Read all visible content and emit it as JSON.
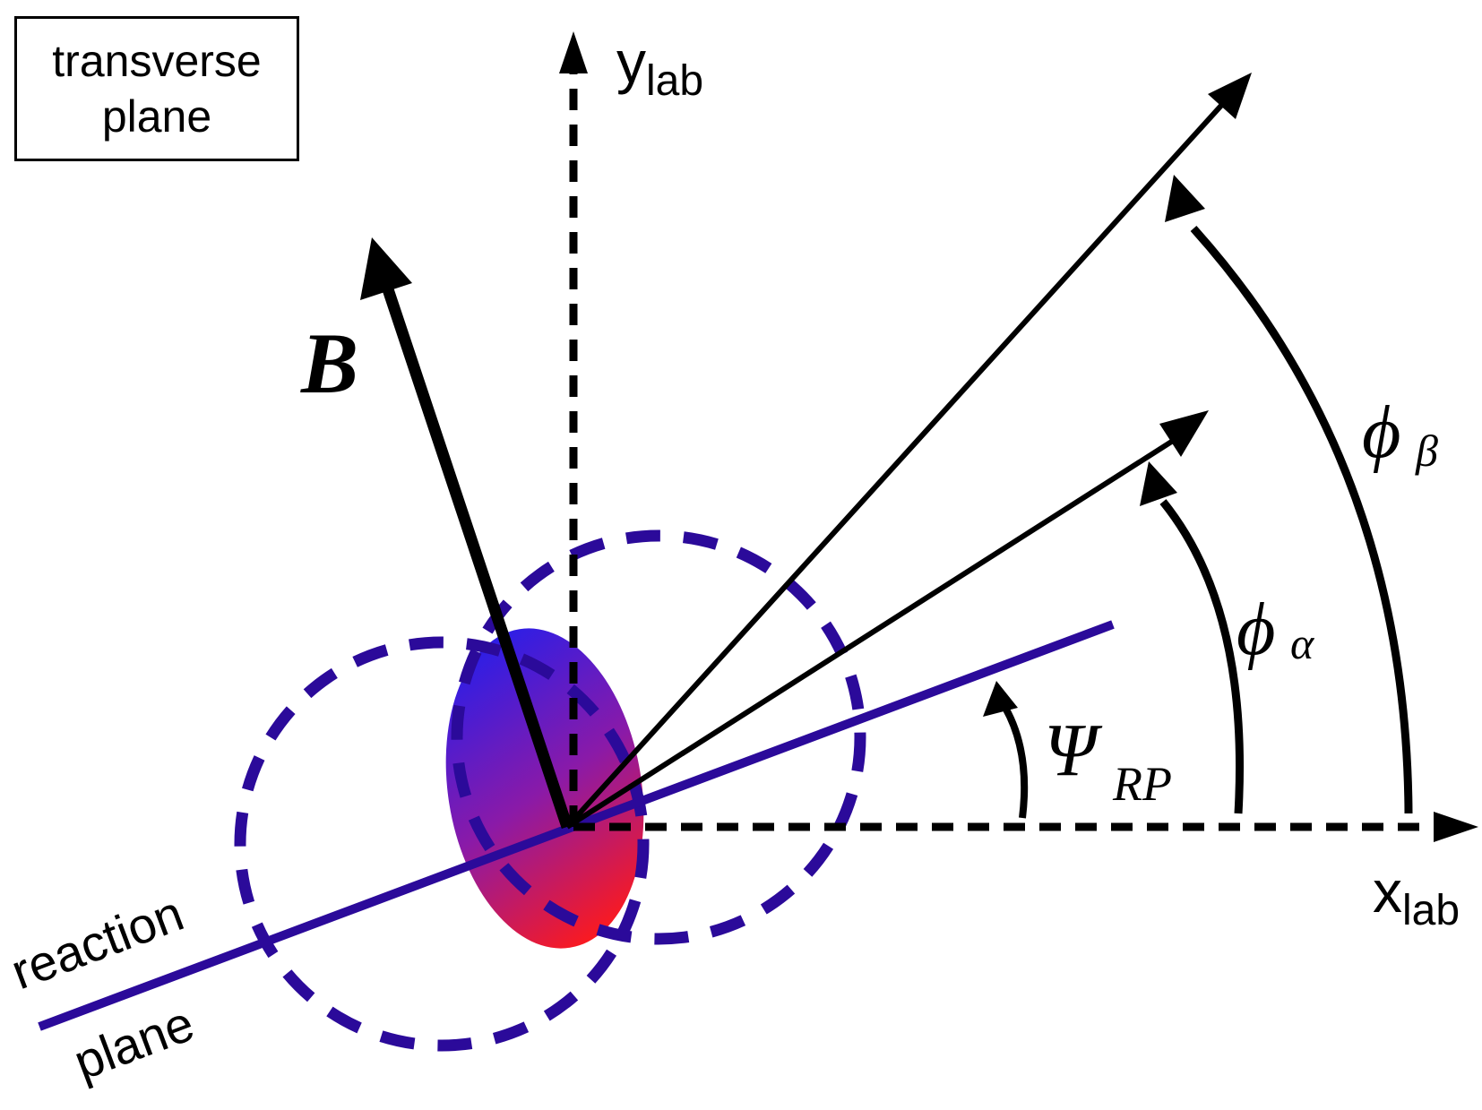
{
  "box": {
    "line1": "transverse",
    "line2": "plane"
  },
  "axes": {
    "y_main": "y",
    "y_sub": "lab",
    "x_main": "x",
    "x_sub": "lab"
  },
  "vectors": {
    "magnetic_field": "B"
  },
  "angles": {
    "psi_main": "Ψ",
    "psi_sub": "RP",
    "phi_alpha_main": "ϕ",
    "phi_alpha_sub": "α",
    "phi_beta_main": "ϕ",
    "phi_beta_sub": "β"
  },
  "reaction_plane": {
    "line1": "reaction",
    "line2": "plane"
  },
  "colors": {
    "ink": "#000000",
    "plane": "#2b0a9a",
    "overlap_top": "#2a1ee8",
    "overlap_bottom": "#ff1a1a"
  }
}
